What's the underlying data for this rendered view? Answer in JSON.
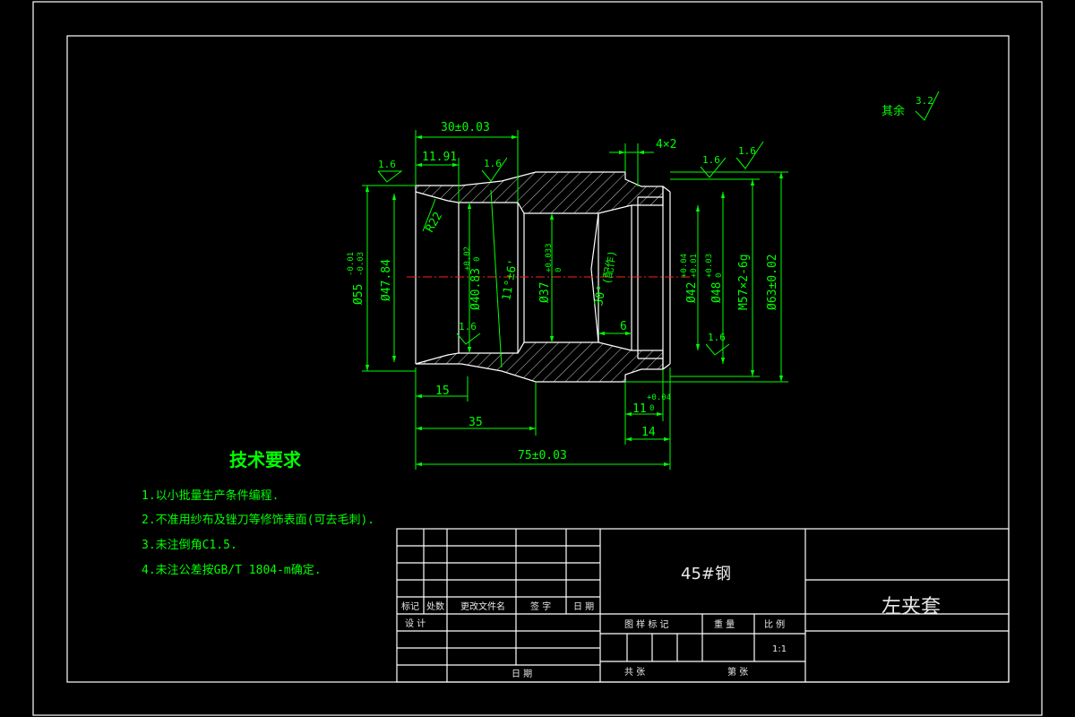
{
  "dimensions": {
    "len_30": "30±0.03",
    "len_11_91": "11.91",
    "thread_relief": "4×2",
    "radius_r22": "R22",
    "dia_55": "Ø55",
    "dia_55_tol_upper": "-0.01",
    "dia_55_tol_lower": "-0.03",
    "dia_47_84": "Ø47.84",
    "dia_40_83": "Ø40.83",
    "dia_40_83_tol_upper": "+0.02",
    "dia_40_83_tol_lower": "0",
    "angle_11": "11°±6'",
    "dia_37": "Ø37",
    "dia_37_tol_upper": "+0.033",
    "dia_37_tol_lower": "0",
    "angle_30": "30°",
    "angle_30_note": "(配作)",
    "len_6": "6",
    "dia_42": "Ø42",
    "dia_42_tol_upper": "+0.04",
    "dia_42_tol_lower": "+0.01",
    "dia_48": "Ø48",
    "dia_48_tol_upper": "+0.03",
    "dia_48_tol_lower": "0",
    "thread_m57": "M57×2-6g",
    "dia_63": "Ø63±0.02",
    "len_15": "15",
    "len_35": "35",
    "len_75": "75±0.03",
    "len_11": "11",
    "len_11_tol_upper": "+0.04",
    "len_11_tol_lower": "0",
    "len_14": "14"
  },
  "roughness": {
    "r1": "1.6",
    "r2": "1.6",
    "r3": "1.6",
    "r4": "1.6",
    "r5": "1.6",
    "r6": "1.6",
    "rest_label": "其余",
    "rest_value": "3.2"
  },
  "tech_requirements": {
    "title": "技术要求",
    "items": [
      "1.以小批量生产条件编程.",
      "2.不准用纱布及锉刀等修饰表面(可去毛刺).",
      "3.未注倒角C1.5.",
      "4.未注公差按GB/T 1804-m确定."
    ]
  },
  "title_block": {
    "material": "45#钢",
    "part_name": "左夹套",
    "col_mark": "标记",
    "col_count": "处数",
    "col_doc": "更改文件名",
    "col_sign": "签 字",
    "col_date": "日 期",
    "design": "设 计",
    "date": "日 期",
    "drawing_mark": "图 样 标 记",
    "weight": "重 量",
    "scale_label": "比 例",
    "scale_value": "1:1",
    "sheets_total": "共    张",
    "sheet_no": "第    张"
  },
  "colors": {
    "background": "#000000",
    "outline": "#ffffff",
    "annotation": "#00ff00",
    "centerline": "#ff2020"
  }
}
